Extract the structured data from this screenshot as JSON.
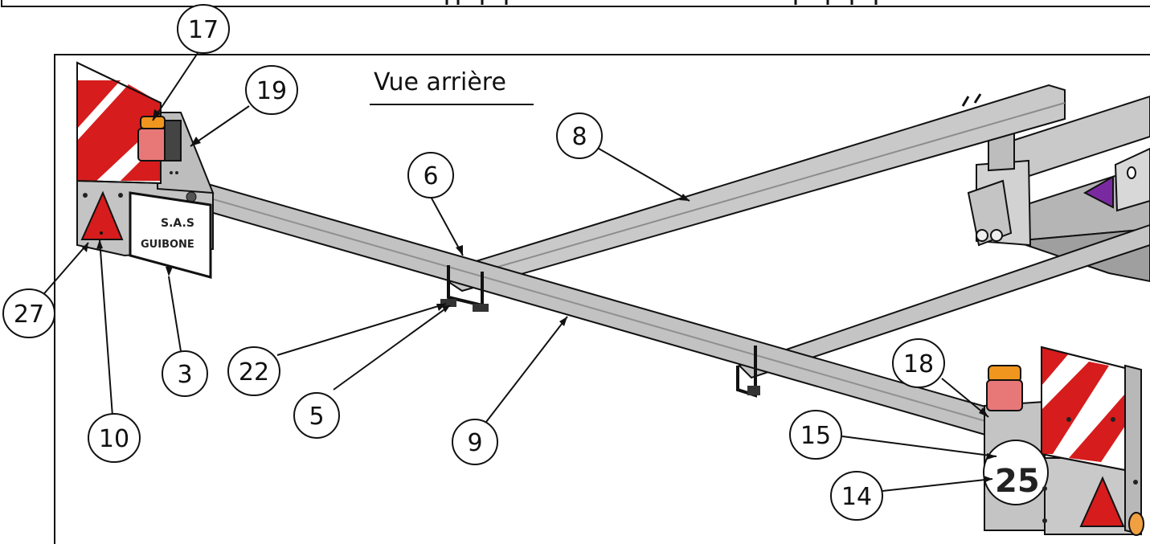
{
  "view_title": "Vue arrière",
  "plate": {
    "line1": "S.A.S",
    "line2": "GUIBONE"
  },
  "speed_disc": "25",
  "callouts": {
    "c3": "3",
    "c5": "5",
    "c6": "6",
    "c8": "8",
    "c9": "9",
    "c10": "10",
    "c14": "14",
    "c15": "15",
    "c17": "17",
    "c18": "18",
    "c19": "19",
    "c22": "22",
    "c27": "27"
  },
  "colors": {
    "line": "#111111",
    "steel": "#b9b9b9",
    "steel_dark": "#8c8c8c",
    "steel_light": "#dcdcdc",
    "reflector_red": "#d61c1c",
    "lamp_orange": "#f0961e",
    "lamp_red": "#e87878",
    "accent_purple": "#7a2aa0"
  }
}
